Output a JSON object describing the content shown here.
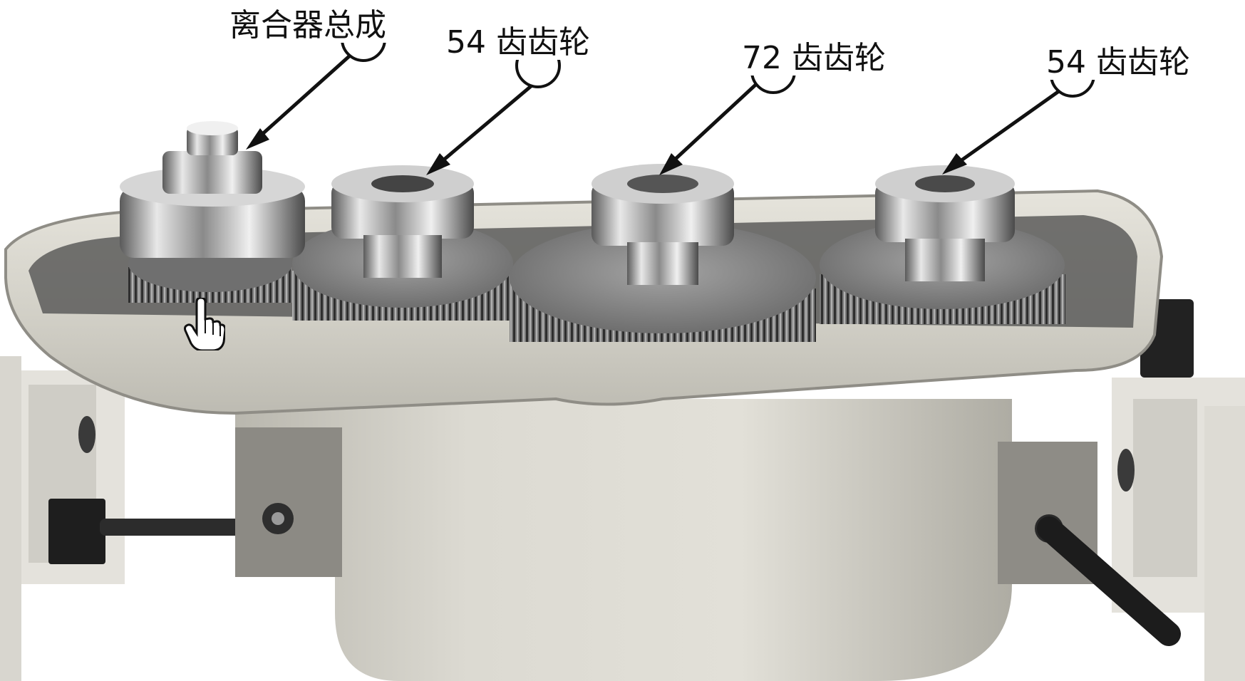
{
  "labels": {
    "clutch_assembly": "离合器总成",
    "gear_54_left": "54 齿齿轮",
    "gear_72": "72 齿齿轮",
    "gear_54_right": "54 齿齿轮"
  },
  "photo": {
    "subject": "gearbox",
    "icons": [
      "hand-pointer-icon"
    ],
    "colors": {
      "background": "#ffffff",
      "housing": "#dcdad2",
      "metal": "#8c8c8c",
      "dark": "#2a2a2a",
      "label_text": "#111111"
    }
  }
}
